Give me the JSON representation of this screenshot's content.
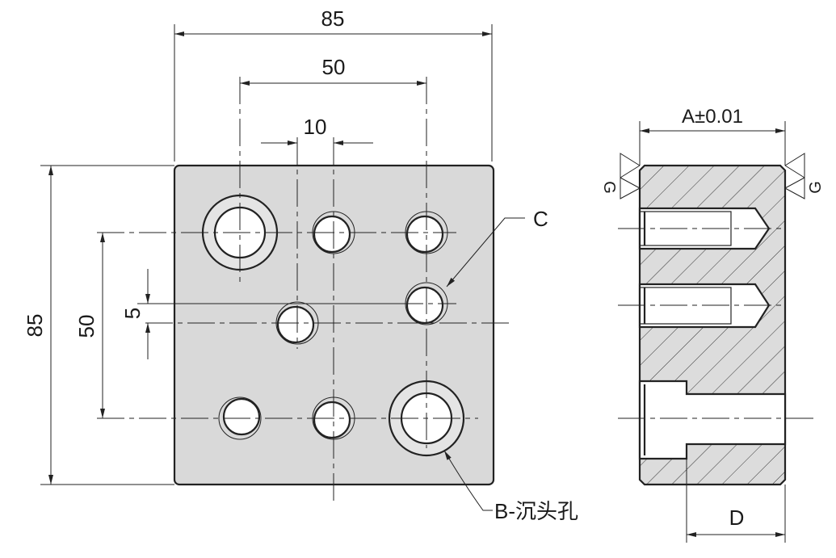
{
  "front_view": {
    "width_label": "85",
    "hole_spacing_x_label": "50",
    "offset_x_label": "10",
    "height_label": "85",
    "hole_spacing_y_label": "50",
    "offset_y_label": "5",
    "callout_c": "C",
    "callout_b": "B-沉头孔"
  },
  "side_view": {
    "thickness_label": "A±0.01",
    "surface_finish_left": "G",
    "surface_finish_right": "G",
    "counterbore_depth_label": "D"
  },
  "colors": {
    "fill": "#d9d9d9",
    "line": "#222222"
  }
}
